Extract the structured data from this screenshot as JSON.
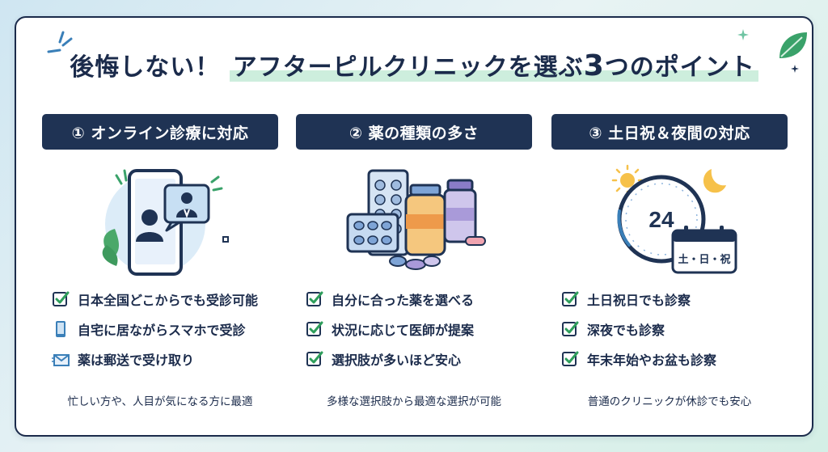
{
  "headline": {
    "part1": "後悔しない！",
    "part2": "アフターピルクリニックを選ぶ",
    "number": "3",
    "part3": "つのポイント"
  },
  "colors": {
    "navy": "#1f3354",
    "accent_green": "#2e9e5b",
    "highlight": "#cdeedd",
    "light_blue": "#dcecf8"
  },
  "columns": [
    {
      "header": "① オンライン診療に対応",
      "items": [
        {
          "icon": "checkbox-icon",
          "text": "日本全国どこからでも受診可能"
        },
        {
          "icon": "smartphone-icon",
          "text": "自宅に居ながらスマホで受診"
        },
        {
          "icon": "envelope-icon",
          "text": "薬は郵送で受け取り"
        }
      ],
      "footer": "忙しい方や、人目が気になる方に最適"
    },
    {
      "header": "② 薬の種類の多さ",
      "items": [
        {
          "icon": "checkbox-icon",
          "text": "自分に合った薬を選べる"
        },
        {
          "icon": "checkbox-icon",
          "text": "状況に応じて医師が提案"
        },
        {
          "icon": "checkbox-icon",
          "text": "選択肢が多いほど安心"
        }
      ],
      "footer": "多様な選択肢から最適な選択が可能"
    },
    {
      "header": "③ 土日祝＆夜間の対応",
      "items": [
        {
          "icon": "checkbox-icon",
          "text": "土日祝日でも診察"
        },
        {
          "icon": "checkbox-icon",
          "text": "深夜でも診察"
        },
        {
          "icon": "checkbox-icon",
          "text": "年末年始やお盆も診察"
        }
      ],
      "footer": "普通のクリニックが休診でも安心"
    }
  ],
  "clock": {
    "hours": "24",
    "calendar_label": "土・日・祝"
  }
}
